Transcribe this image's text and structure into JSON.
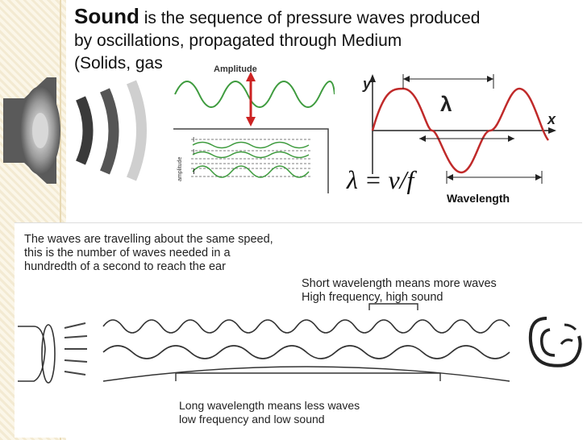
{
  "title": {
    "lead": "Sound",
    "line1": " is the sequence of pressure waves produced",
    "line2": "by oscillations,  propagated through Medium",
    "line3": "(Solids, gas"
  },
  "amplitude_panel": {
    "label": "Amplitude",
    "side_label": "amplitude"
  },
  "wave_diagram": {
    "y_label": "y",
    "x_label": "x",
    "lambda": "λ",
    "caption": "Wavelength"
  },
  "formula": {
    "text": "λ = v/f"
  },
  "bottom_panel": {
    "intro": [
      "The waves are travelling about the same speed,",
      " this is the number of waves needed in a",
      "hundredth of a second to reach the ear"
    ],
    "short": [
      "Short wavelength means more waves",
      "High frequency, high sound"
    ],
    "long": [
      "Long wavelength means less  waves",
      "low frequency and low sound"
    ]
  }
}
